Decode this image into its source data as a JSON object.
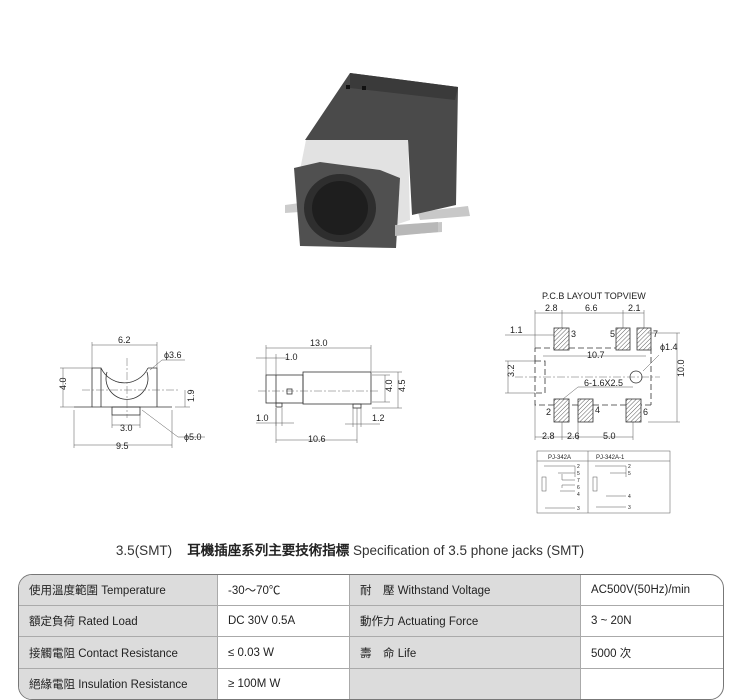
{
  "front_view": {
    "width_top": "6.2",
    "inner_dia": "ϕ3.6",
    "height": "4.0",
    "center_height": "1.9",
    "bottom_width": "3.0",
    "outer_dia": "ϕ5.0",
    "total_width": "9.5"
  },
  "side_view": {
    "length": "13.0",
    "front_len": "1.0",
    "height": "4.0",
    "total_height": "4.5",
    "pin_front": "1.0",
    "pin_width": "1.2",
    "pin_span": "10.6"
  },
  "pcb_layout": {
    "title": "P.C.B LAYOUT TOPVIEW",
    "top_dims": [
      "2.8",
      "6.6",
      "2.1"
    ],
    "offset": "1.1",
    "inner_span": "10.7",
    "hole": "ϕ1.4",
    "slot": "3.2",
    "total_height": "10.0",
    "pad_size": "6-1.6X2.5",
    "bottom_dims": [
      "2.8",
      "2.6",
      "5.0"
    ],
    "pads": [
      "3",
      "5",
      "7",
      "2",
      "4",
      "6"
    ]
  },
  "schematic": {
    "models": [
      "PJ-342A",
      "PJ-342A-1"
    ],
    "pins_a": [
      "2",
      "5",
      "7",
      "6",
      "4",
      "3"
    ],
    "pins_b": [
      "2",
      "5",
      "4",
      "3"
    ]
  },
  "title": {
    "prefix": "3.5(SMT)",
    "chinese": "耳機插座系列主要技術指標",
    "english": "Specification of 3.5 phone jacks (SMT)"
  },
  "specs": [
    {
      "label": "使用溫度範圍 Temperature",
      "value": "-30～70℃",
      "label2": "耐　壓 Withstand Voltage",
      "value2": "AC500V(50Hz)/min"
    },
    {
      "label": "額定負荷  Rated Load",
      "value": "DC  30V  0.5A",
      "label2": "動作力 Actuating Force",
      "value2": "3 ~ 20N"
    },
    {
      "label": "接觸電阻  Contact Resistance",
      "value": "≤ 0.03 W",
      "label2": "壽　命 Life",
      "value2": "5000 次"
    },
    {
      "label": "絕緣電阻  Insulation Resistance",
      "value": "≥ 100M W",
      "label2": "",
      "value2": ""
    }
  ]
}
